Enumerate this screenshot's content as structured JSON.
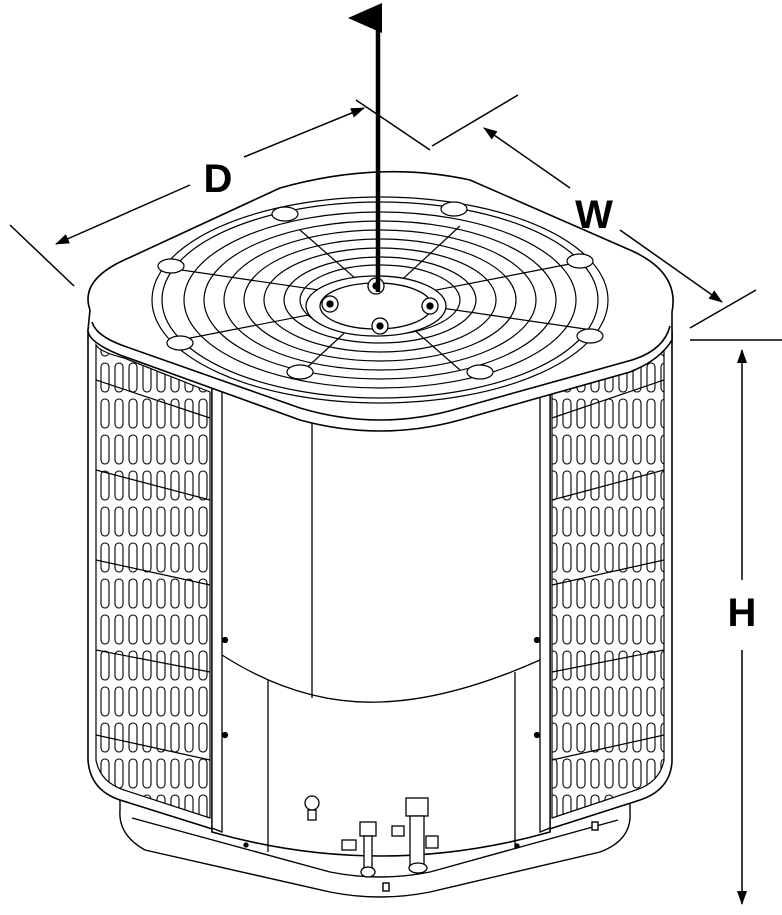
{
  "diagram": {
    "labels": {
      "depth": "D",
      "width": "W",
      "height": "H"
    },
    "airflow_direction": "up",
    "line_color": "#000000",
    "fill_color": "#ffffff"
  }
}
